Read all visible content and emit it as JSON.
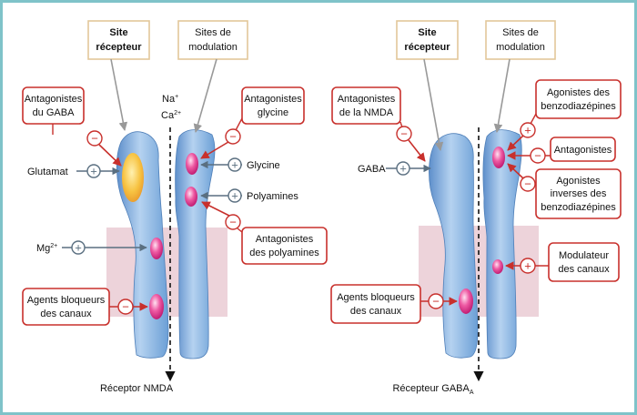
{
  "colors": {
    "border": "#7fc3c9",
    "membrane": "#edd3da",
    "receptor": "#6b9fd6",
    "antagonist": "#c8302c",
    "agonist": "#5a6f80",
    "site": "#e6408f",
    "glutamate_site": "#f4b23a"
  },
  "nmda": {
    "site_recepteur": [
      "Site",
      "récepteur"
    ],
    "sites_modulation": [
      "Sites de",
      "modulation"
    ],
    "ions": [
      "Na",
      "+",
      "Ca",
      "2+"
    ],
    "antag_gaba": [
      "Antagonistes",
      "du GABA"
    ],
    "glutamat": "Glutamat",
    "mg": [
      "Mg",
      "2+"
    ],
    "bloqueurs": [
      "Agents bloqueurs",
      "des canaux"
    ],
    "antag_glycine": [
      "Antagonistes",
      "glycine"
    ],
    "glycine": "Glycine",
    "polyamines": "Polyamines",
    "antag_polyamines": [
      "Antagonistes",
      "des polyamines"
    ],
    "title": "Réceptor NMDA"
  },
  "gaba": {
    "site_recepteur": [
      "Site",
      "récepteur"
    ],
    "sites_modulation": [
      "Sites de",
      "modulation"
    ],
    "antag_nmda": [
      "Antagonistes",
      "de la NMDA"
    ],
    "gaba": "GABA",
    "bloqueurs": [
      "Agents bloqueurs",
      "des canaux"
    ],
    "agonistes_bzd": [
      "Agonistes des",
      "benzodiazépines"
    ],
    "antagonistes": "Antagonistes",
    "agonistes_inverses": [
      "Agonistes",
      "inverses des",
      "benzodiazépines"
    ],
    "modulateur": [
      "Modulateur",
      "des canaux"
    ],
    "title": [
      "Récepteur GABA",
      "A"
    ]
  },
  "signs": {
    "minus": "−",
    "plus": "+"
  }
}
